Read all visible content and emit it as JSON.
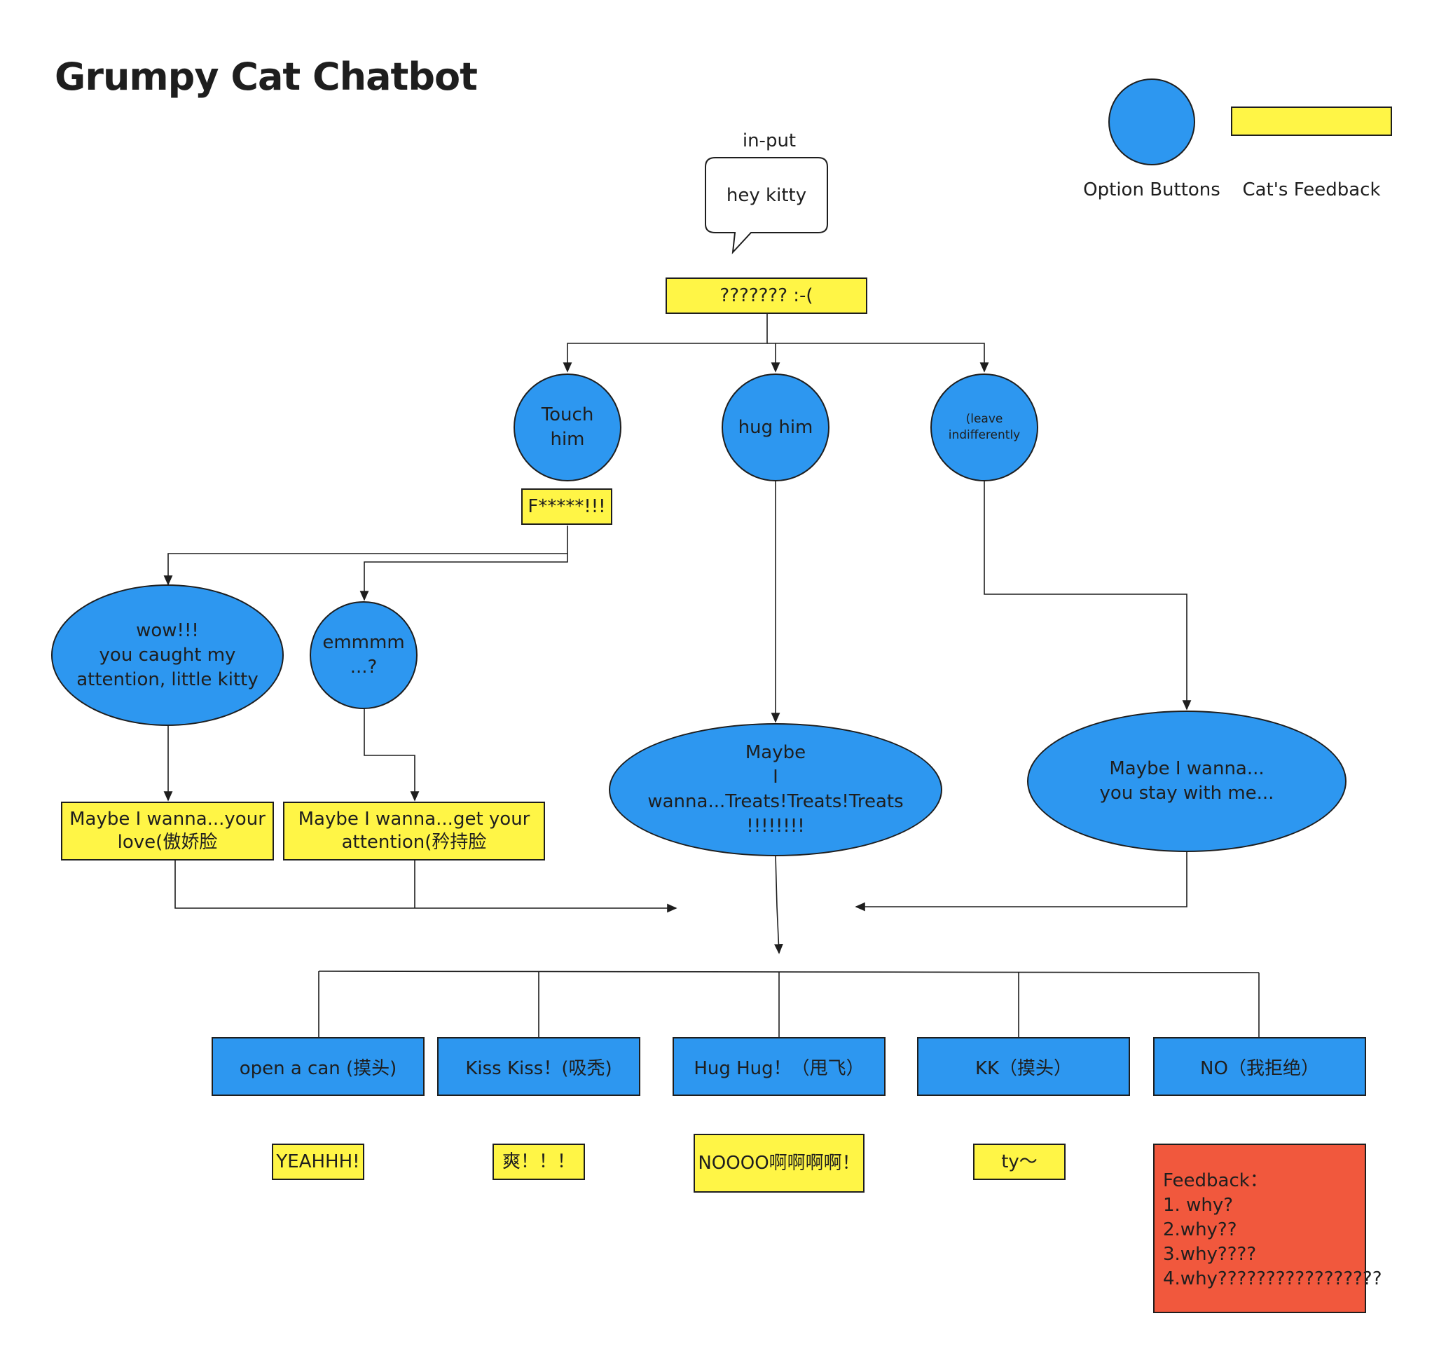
{
  "title": "Grumpy Cat Chatbot",
  "legend": {
    "option_label": "Option Buttons",
    "feedback_label": "Cat's Feedback"
  },
  "input_label": "in-put",
  "input_bubble": "hey kitty",
  "first_response": "??????? :-(",
  "options_level1": {
    "touch": "Touch\nhim",
    "hug": "hug him",
    "leave": "(leave\nindifferently"
  },
  "touch_feedback": "F*****!!!",
  "options_level2": {
    "wow": "wow!!!\nyou caught my\nattention, little kitty",
    "emmm": "emmmm\n...?",
    "treats": "Maybe\nI\nwanna...Treats!Treats!Treats\n!!!!!!!!",
    "stay": "Maybe I wanna...\nyou stay with me..."
  },
  "feedback_level2": {
    "love": "Maybe I wanna...your\nlove(傲娇脸",
    "attention": "Maybe I wanna...get your\nattention(矜持脸"
  },
  "final_options": [
    "open a can (摸头)",
    "Kiss Kiss！(吸秃)",
    "Hug Hug！（甩飞）",
    "KK（摸头）",
    "NO（我拒绝）"
  ],
  "final_feedback": [
    "YEAHHH!",
    "爽！！！",
    "NOOOO啊啊啊啊！",
    "ty～"
  ],
  "no_feedback": "Feedback：\n1. why?\n2.why??\n3.why????\n4.why?????????????????",
  "colors": {
    "option_blue": "#2d97f0",
    "feedback_yellow": "#fff546",
    "feedback_red": "#f1583d"
  }
}
